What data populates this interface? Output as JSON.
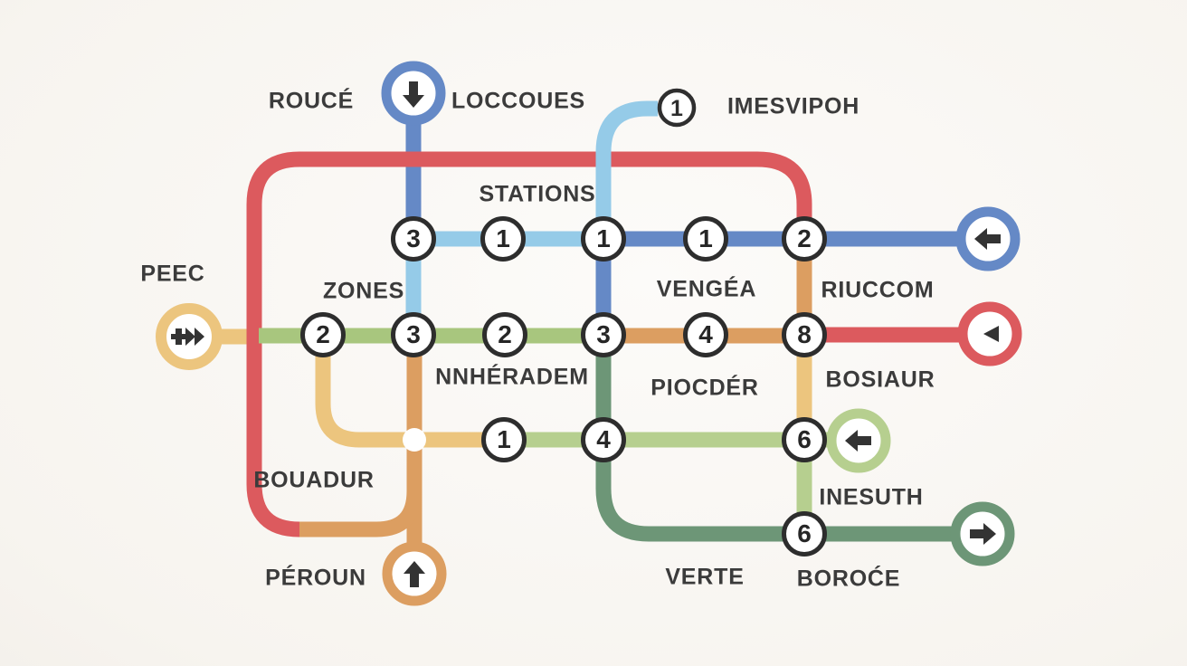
{
  "map": {
    "kind": "fictional-metro-transit-map",
    "rows": 4,
    "interchange_dot": "white-dot"
  },
  "labels": {
    "rouce": "ROUCÉ",
    "loccoues": "LOCCOUES",
    "imesvipoh": "IMESVIPOH",
    "stations": "STATIONS",
    "peec": "PEEC",
    "zones": "ZONES",
    "vengea": "VENGÉA",
    "riuccom": "RIUCCOM",
    "nnheradem": "NNHÉRADEM",
    "piocder": "PIOCDÉR",
    "bosiaur": "BOSIAUR",
    "bouadur": "BOUADUR",
    "inesuth": "INESUTH",
    "peroun": "PÉROUN",
    "verte": "VERTE",
    "boroce": "BOROĆE"
  },
  "stations": {
    "row1": [
      "3",
      "1",
      "1",
      "1",
      "2"
    ],
    "row2": [
      "2",
      "3",
      "2",
      "3",
      "4",
      "8"
    ],
    "row3": [
      "1",
      "4",
      "6"
    ],
    "row4": [
      "6"
    ],
    "imesvipoh_badge": "1"
  },
  "colors": {
    "red": "#dc5a5e",
    "blue": "#6589c6",
    "light_blue": "#95cbe8",
    "green": "#a8c67e",
    "light_green": "#b6cf8f",
    "dark_green": "#6d9677",
    "orange": "#dc9e61",
    "yellow": "#ecc57e",
    "station_ring": "#2d2d2d",
    "badge_ring": "#2f2f2f",
    "label_text": "#3b3b3b",
    "arrow": "#333333",
    "interchange_dot": "#ffffff"
  },
  "icons": {
    "top_terminus": "down-arrow",
    "bottom_terminus": "up-arrow",
    "blue_terminus": "left-arrow",
    "red_terminus": "left-triangle",
    "light_green_terminus": "left-arrow",
    "dark_green_terminus": "right-arrow",
    "peec_badge": "transfer-double-arrow",
    "imesvipoh_badge": "numbered-circle"
  }
}
